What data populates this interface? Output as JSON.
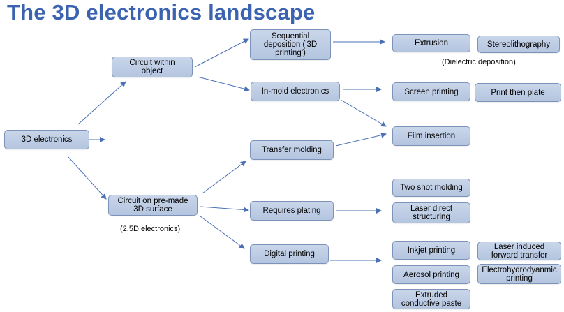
{
  "title": "The 3D electronics landscape",
  "nodes": {
    "root": "3D electronics",
    "within": "Circuit within\nobject",
    "surface": "Circuit on pre-made\n3D surface",
    "seqdep": "Sequential\ndeposition ('3D\nprinting')",
    "inmold": "In-mold electronics",
    "transfer": "Transfer molding",
    "plating": "Requires plating",
    "digital": "Digital printing",
    "extrusion": "Extrusion",
    "stereo": "Stereolithography",
    "screen": "Screen printing",
    "printplate": "Print then plate",
    "film": "Film insertion",
    "twoshot": "Two shot molding",
    "lds": "Laser direct\nstructuring",
    "inkjet": "Inkjet printing",
    "lift": "Laser induced\nforward transfer",
    "aerosol": "Aerosol printing",
    "ehd": "Electrohydrodyanmic\nprinting",
    "extruded": "Extruded\nconductive paste"
  },
  "notes": {
    "dielectric": "(Dielectric deposition)",
    "two_five_d": "(2.5D electronics)"
  },
  "colors": {
    "title": "#3b63b0",
    "box_fill": "#c1d0e7",
    "box_border": "#7d93b9",
    "arrow": "#4a70b5"
  }
}
